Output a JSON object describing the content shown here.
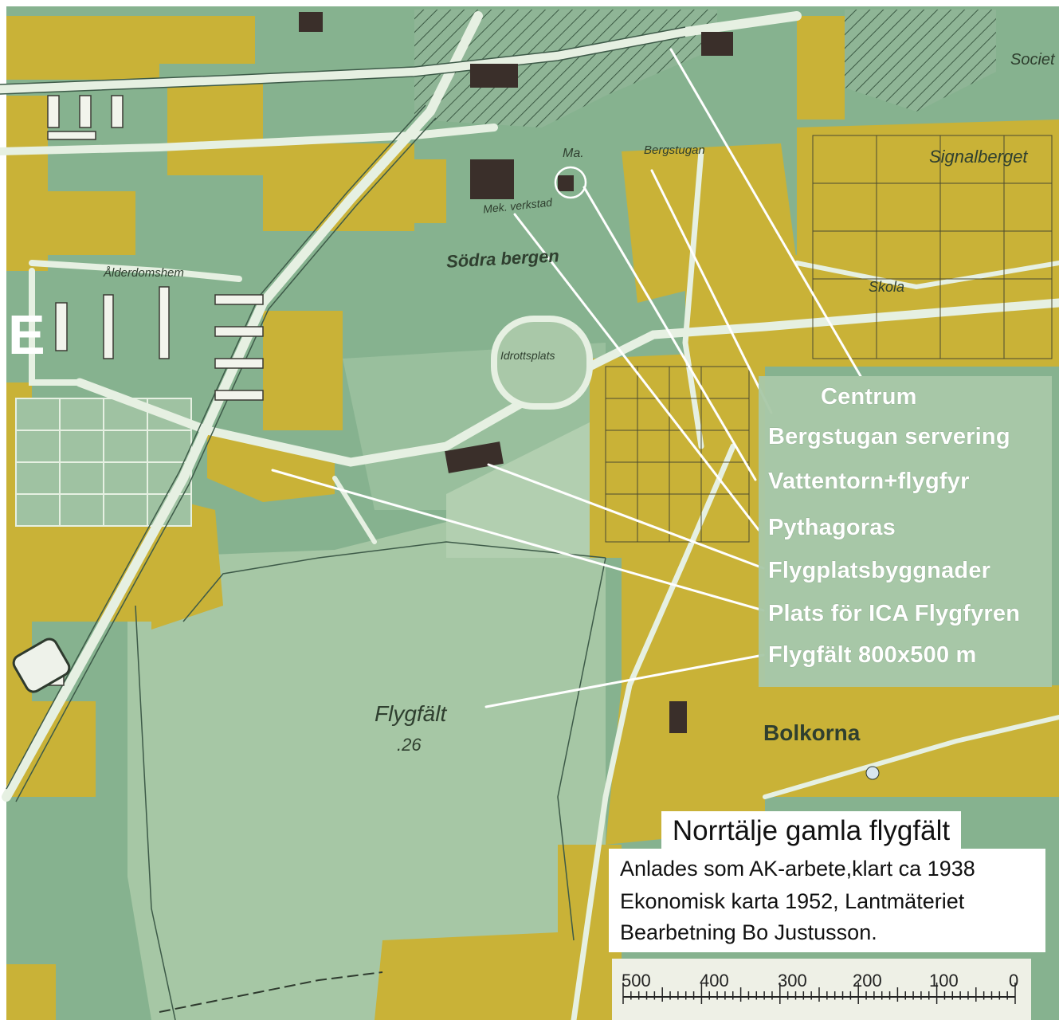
{
  "map": {
    "place_labels": {
      "sodra_bergen": "Södra bergen",
      "idrottsplats": "Idrottsplats",
      "alderdomshem": "Ålderdomshem",
      "bergstugan": "Bergstugan",
      "signalberget": "Signalberget",
      "skola": "Skola",
      "verkstad": "Mek. verkstad",
      "flygfalt": "Flygfält",
      "height": ".26",
      "bolkorna": "Bolkorna",
      "ma": "Ma.",
      "letter_e": "E",
      "societet": "Societ"
    },
    "colors": {
      "map_green": "#86b28f",
      "field_green": "#a6c7a5",
      "built_yellow": "#c9b237",
      "road": "#e6f0e2",
      "legend_panel": "#a9c8a8"
    }
  },
  "legend": {
    "title": "Centrum",
    "items": [
      "Bergstugan servering",
      "Vattentorn+flygfyr",
      "Pythagoras",
      "Flygplatsbyggnader",
      "Plats för ICA Flygfyren",
      "Flygfält 800x500 m"
    ]
  },
  "info": {
    "title": "Norrtälje gamla flygfält",
    "lines": [
      "Anlades som AK-arbete,klart ca 1938",
      "Ekonomisk karta 1952, Lantmäteriet",
      "Bearbetning Bo Justusson."
    ]
  },
  "scale": {
    "labels": [
      "500",
      "400",
      "300",
      "200",
      "100",
      "0"
    ]
  }
}
